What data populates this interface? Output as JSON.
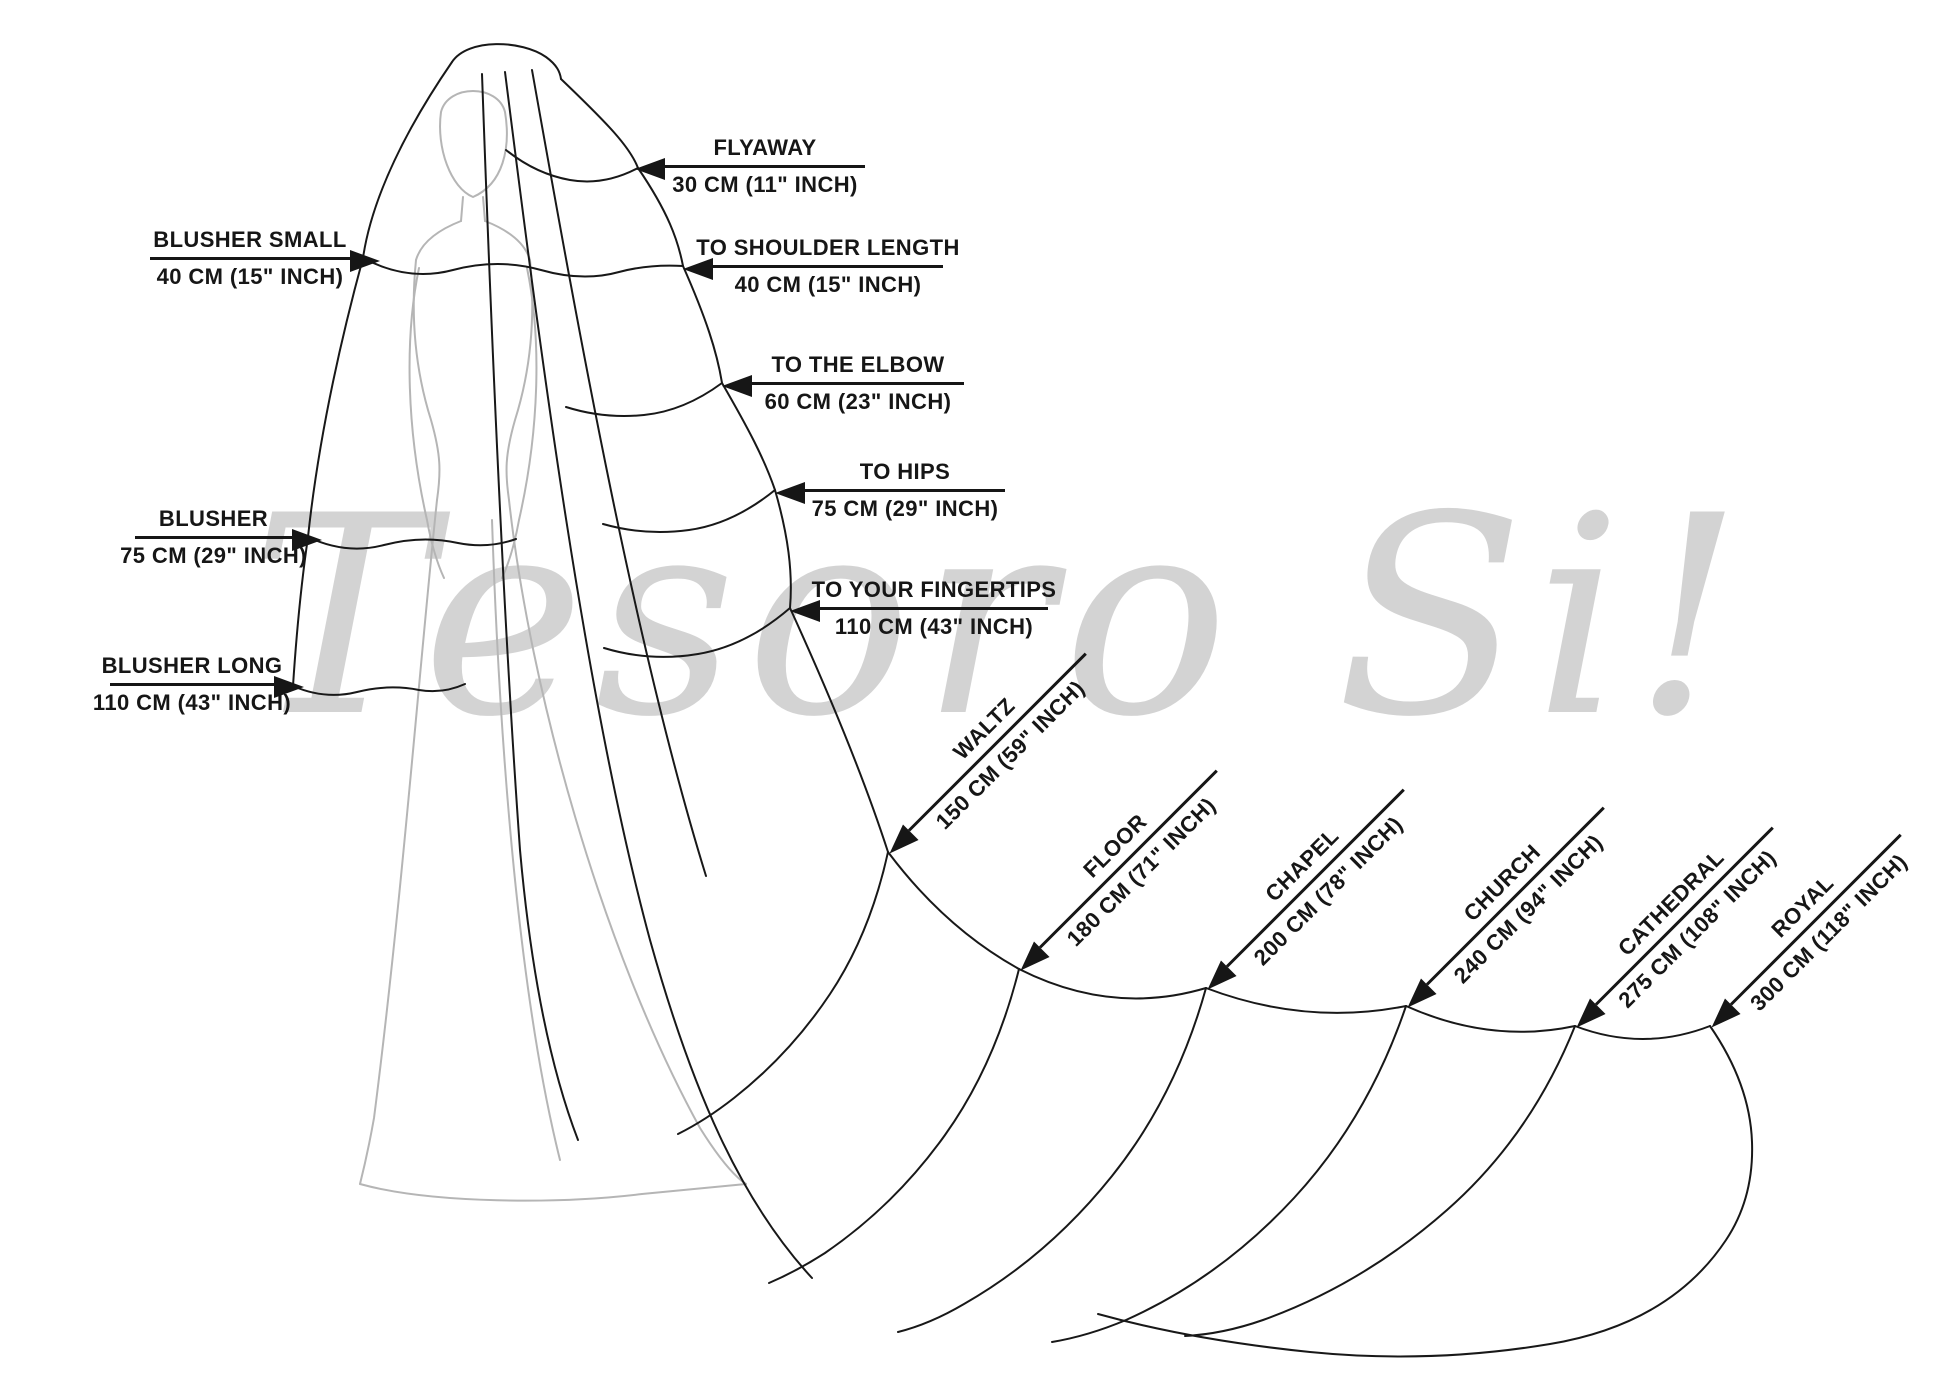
{
  "diagram": {
    "watermark": "Tesoro Si!",
    "left_labels": [
      {
        "name": "BLUSHER SMALL",
        "measure": "40 CM (15\" INCH)"
      },
      {
        "name": "BLUSHER",
        "measure": "75 CM (29\" INCH)"
      },
      {
        "name": "BLUSHER LONG",
        "measure": "110 CM (43\" INCH)"
      }
    ],
    "right_labels": [
      {
        "name": "FLYAWAY",
        "measure": "30 CM (11\" INCH)"
      },
      {
        "name": "TO SHOULDER LENGTH",
        "measure": "40 CM (15\" INCH)"
      },
      {
        "name": "TO THE ELBOW",
        "measure": "60 CM (23\" INCH)"
      },
      {
        "name": "TO HIPS",
        "measure": "75 CM (29\" INCH)"
      },
      {
        "name": "TO YOUR FINGERTIPS",
        "measure": "110 CM (43\" INCH)"
      }
    ],
    "train_labels": [
      {
        "name": "WALTZ",
        "measure": "150 CM (59\" INCH)"
      },
      {
        "name": "FLOOR",
        "measure": "180 CM (71\" INCH)"
      },
      {
        "name": "CHAPEL",
        "measure": "200 CM (78\" INCH)"
      },
      {
        "name": "CHURCH",
        "measure": "240 CM (94\" INCH)"
      },
      {
        "name": "CATHEDRAL",
        "measure": "275 CM (108\" INCH)"
      },
      {
        "name": "ROYAL",
        "measure": "300 CM (118\" INCH)"
      }
    ]
  }
}
